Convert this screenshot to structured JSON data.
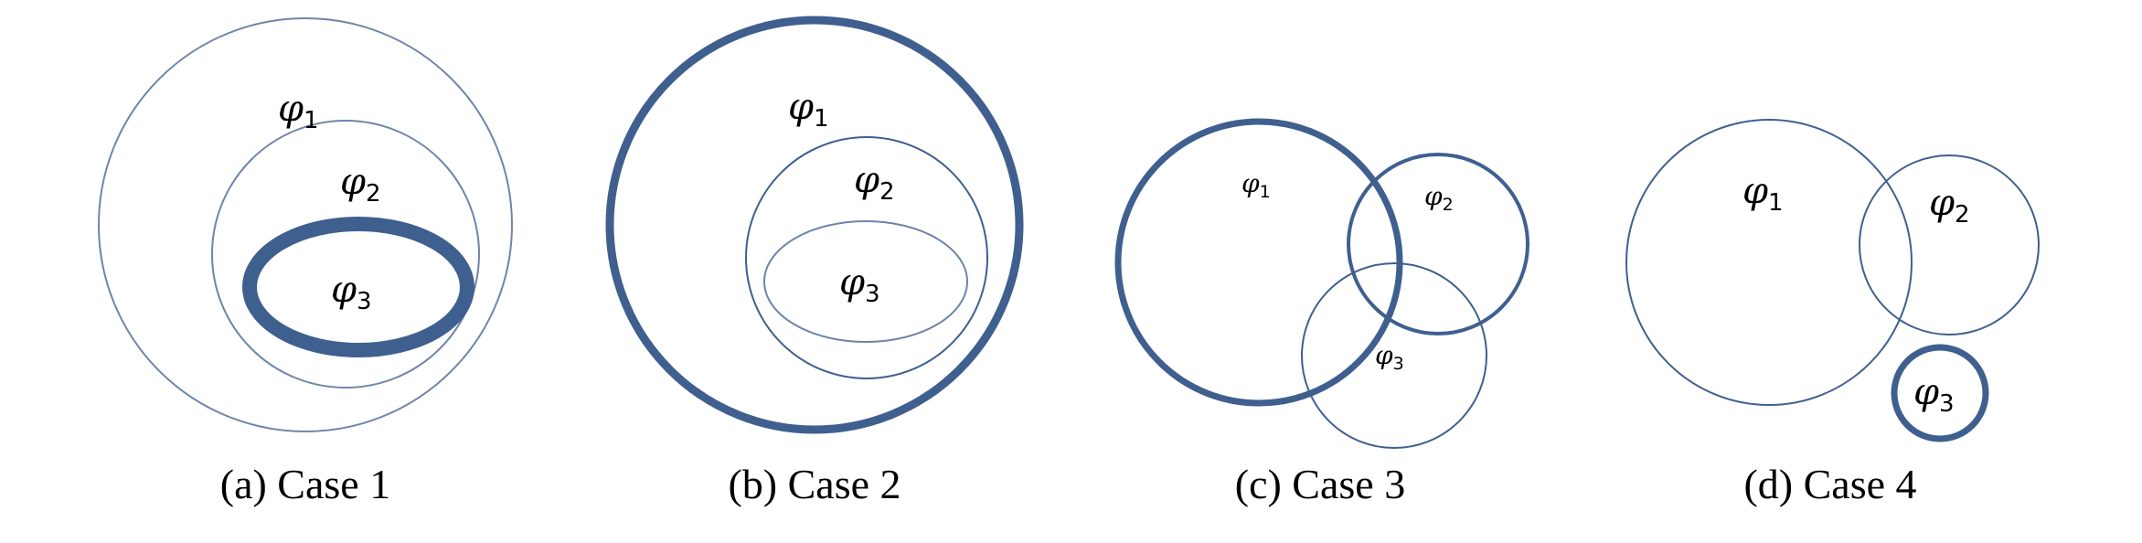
{
  "colors": {
    "stroke": "#3f5f8f",
    "stroke_light": "#6f84a8",
    "text": "#000000",
    "background": "#ffffff"
  },
  "symbols": {
    "phi": "φ",
    "sub1": "1",
    "sub2": "2",
    "sub3": "3"
  },
  "panels": [
    {
      "caption": "(a) Case 1"
    },
    {
      "caption": "(b) Case 2"
    },
    {
      "caption": "(c) Case 3"
    },
    {
      "caption": "(d) Case 4"
    }
  ]
}
